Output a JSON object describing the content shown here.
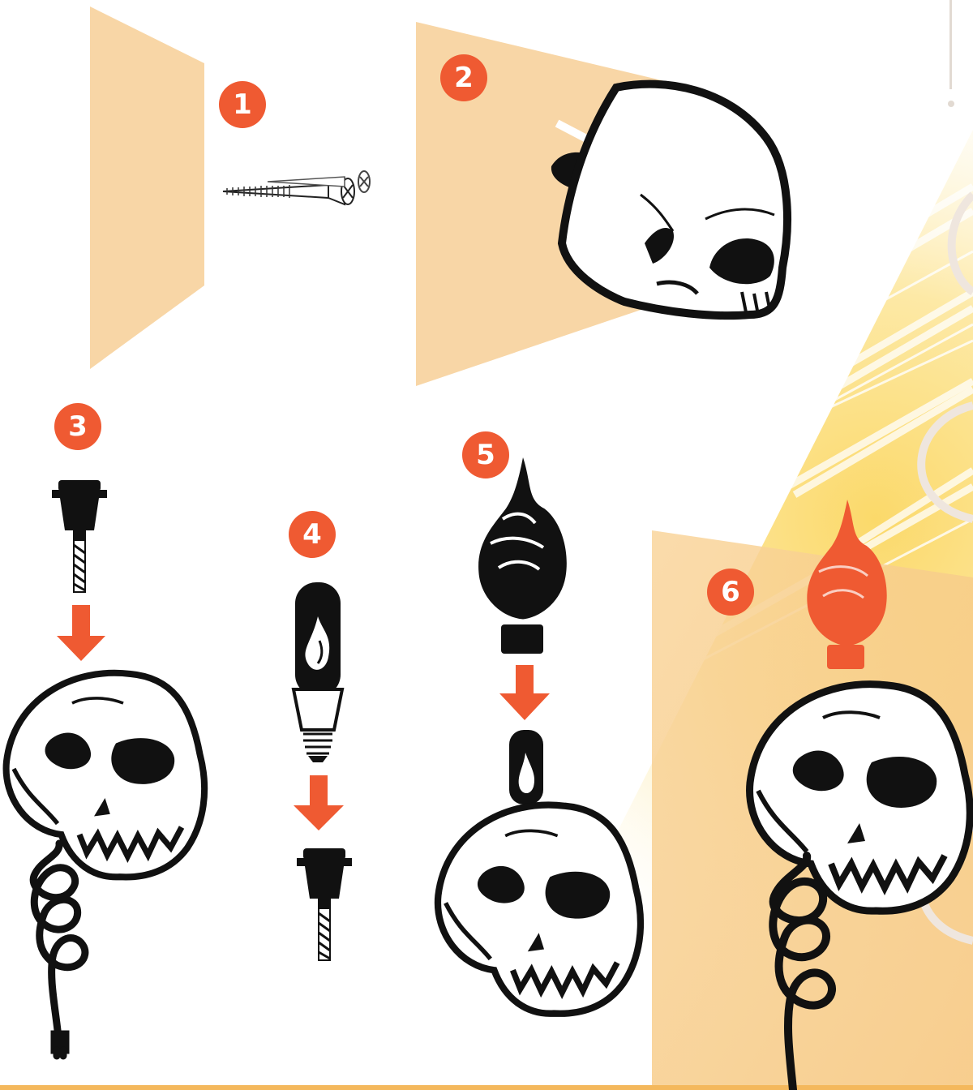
{
  "colors": {
    "accent": "#EF5A32",
    "wall": "#F8D6A6",
    "glow": "#FDE79A",
    "glow_deep": "#F9C258",
    "ink": "#111111",
    "bone": "#FFFFFF"
  },
  "steps": [
    {
      "number": "1",
      "icon": "screw-icon"
    },
    {
      "number": "2",
      "icon": "skull-mounted-icon"
    },
    {
      "number": "3",
      "icon": "bulb-socket-icon"
    },
    {
      "number": "4",
      "icon": "flame-bulb-icon"
    },
    {
      "number": "5",
      "icon": "flame-shade-icon"
    },
    {
      "number": "6",
      "icon": "skull-torch-lit-icon"
    }
  ]
}
